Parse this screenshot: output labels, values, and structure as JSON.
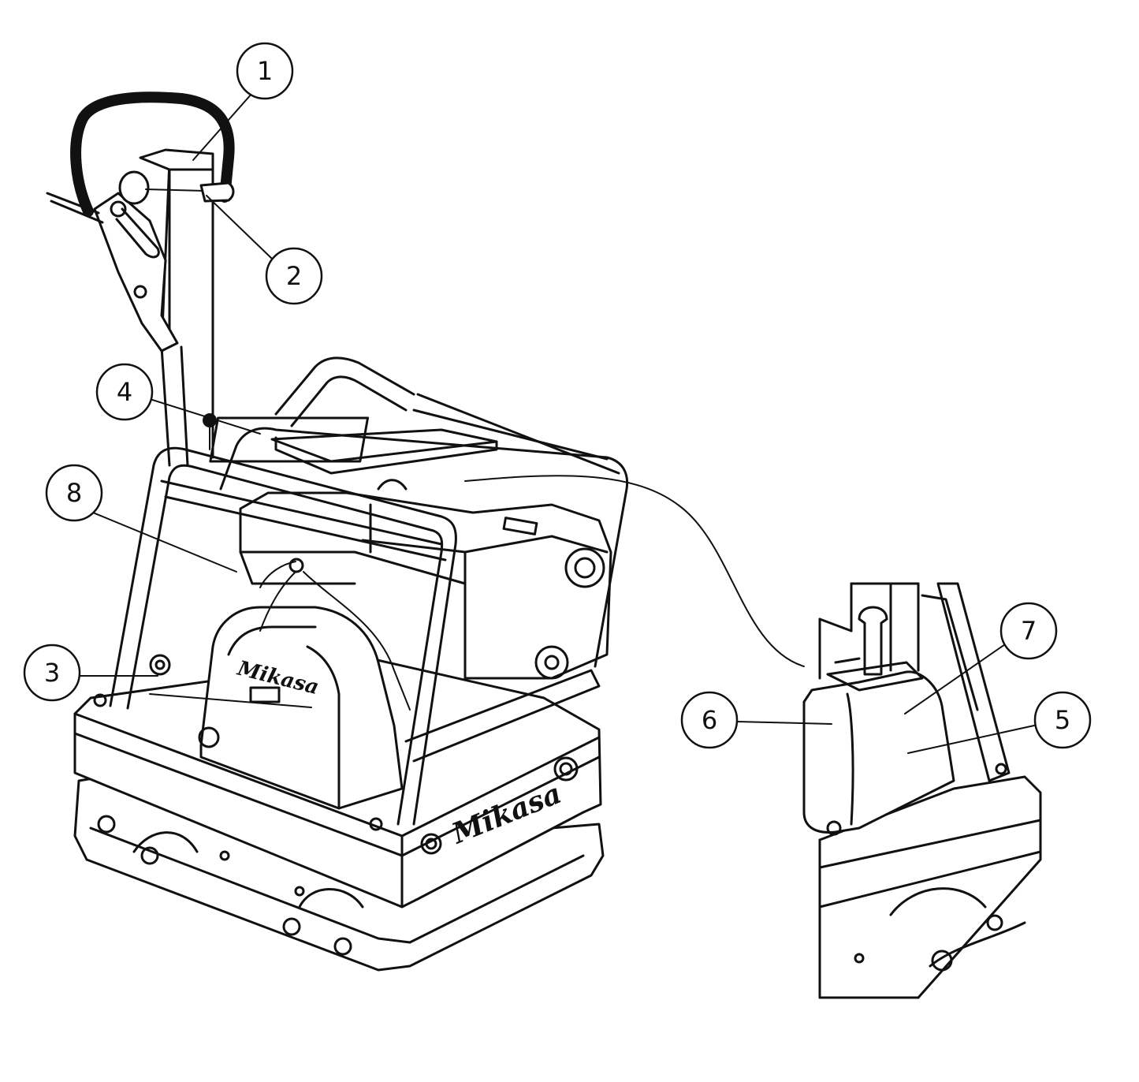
{
  "callouts": [
    {
      "id": "1",
      "label": "1"
    },
    {
      "id": "2",
      "label": "2"
    },
    {
      "id": "3",
      "label": "3"
    },
    {
      "id": "4",
      "label": "4"
    },
    {
      "id": "5",
      "label": "5"
    },
    {
      "id": "6",
      "label": "6"
    },
    {
      "id": "7",
      "label": "7"
    },
    {
      "id": "8",
      "label": "8"
    }
  ],
  "brand": {
    "side_logo": "Mikasa",
    "cover_logo": "Mikasa"
  },
  "colors": {
    "line": "#111111",
    "background": "#ffffff"
  }
}
